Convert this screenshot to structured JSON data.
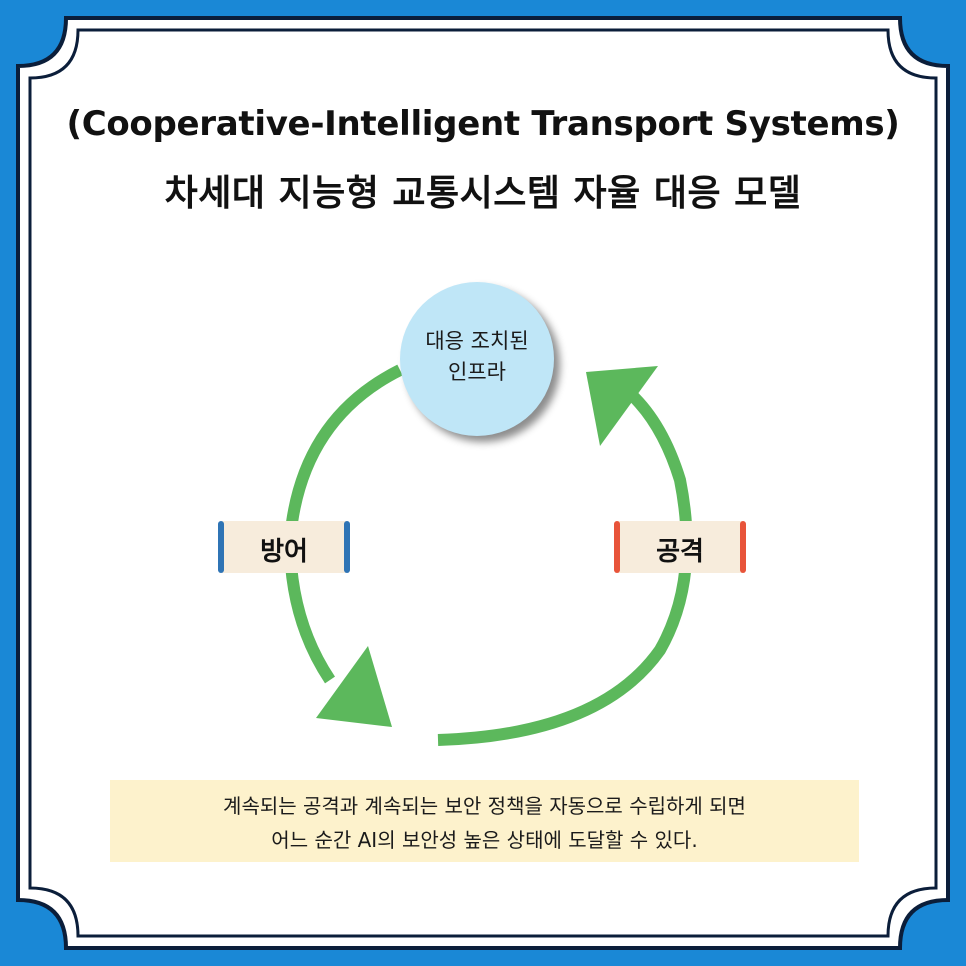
{
  "title": {
    "line1": "(Cooperative-Intelligent Transport Systems)",
    "line2": "차세대 지능형 교통시스템 자율 대응 모델"
  },
  "cycle": {
    "top_node": {
      "line1": "대응 조치된",
      "line2": "인프라"
    },
    "left_label": "방어",
    "right_label": "공격"
  },
  "caption": {
    "line1": "계속되는 공격과 계속되는 보안 정책을 자동으로 수립하게 되면",
    "line2": "어느 순간 AI의 보안성 높은 상태에 도달할 수 있다."
  },
  "colors": {
    "frame_blue": "#1a88d6",
    "frame_dark": "#0b1e3a",
    "arrow_green": "#5cb85c",
    "node_fill": "#bfe6f7",
    "label_fill": "#f7ecdc",
    "defense_accent": "#2f74b5",
    "attack_accent": "#e8543a",
    "caption_fill": "#fdf2cc"
  }
}
